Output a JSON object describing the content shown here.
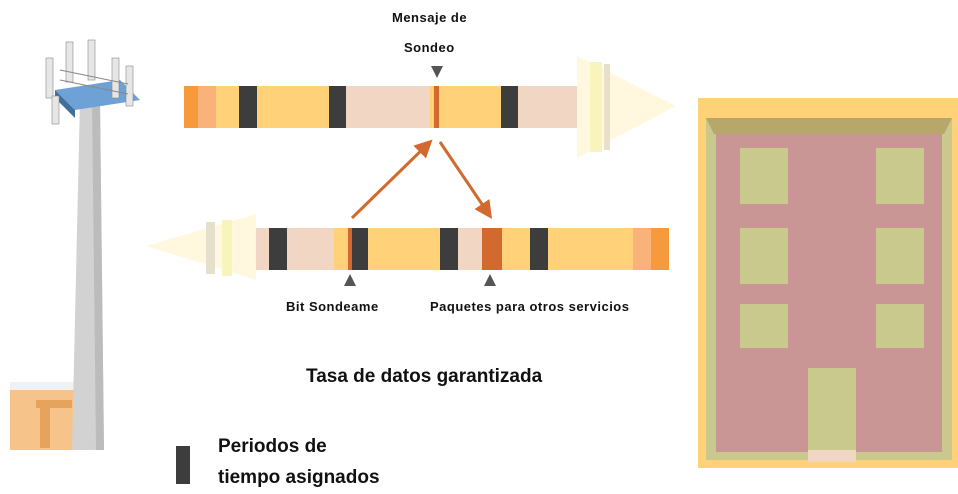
{
  "labels": {
    "poll_message_line1": "Mensaje de",
    "poll_message_line2": "Sondeo",
    "poll_me_bit": "Bit Sondeame",
    "other_service_packets": "Paquetes para otros servicios",
    "guaranteed_rate": "Tasa de datos garantizada",
    "legend_line1": "Periodos de",
    "legend_line2": "tiempo asignados"
  },
  "colors": {
    "slot_dark": "#3d3d3d",
    "frame_light": "#ffd27a",
    "frame_pale": "#f2d6c4",
    "frame_orange": "#f79a3c",
    "marker_orange": "#d2692e",
    "arrow_orange": "#d2692e",
    "building_wall": "#c99695",
    "building_border": "#ffd27a",
    "building_window": "#c9c98e",
    "tower_gray": "#d2d2d2"
  },
  "icons": {
    "tower": "cell-tower-icon",
    "building": "building-icon",
    "legend": "legend-swatch-icon"
  }
}
